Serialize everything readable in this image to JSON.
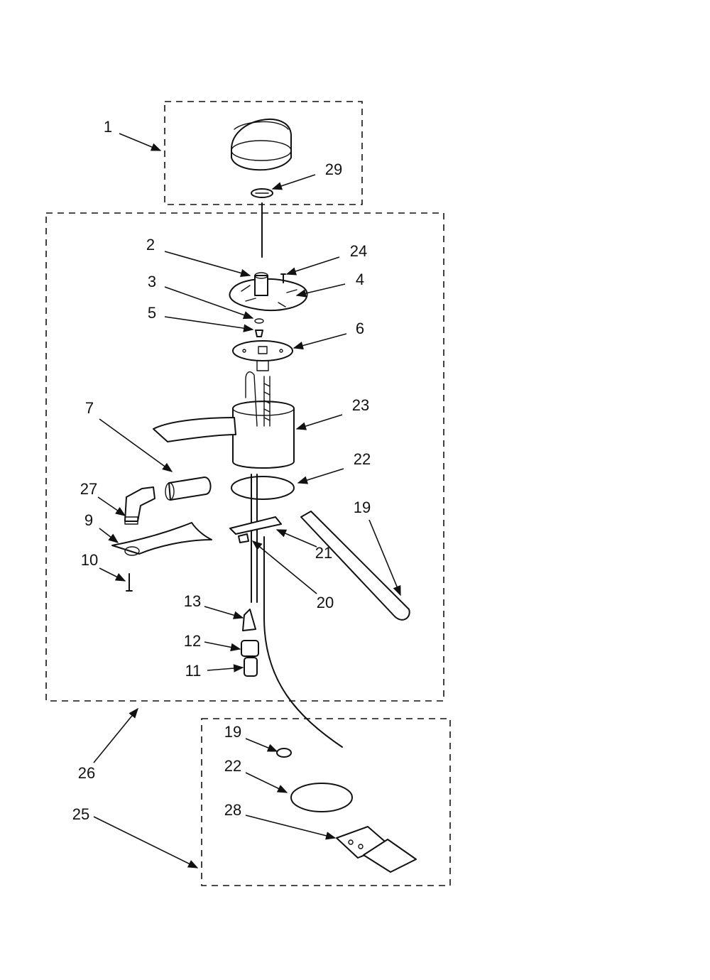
{
  "labels": {
    "l1": "1",
    "l2": "2",
    "l3": "3",
    "l4": "4",
    "l5": "5",
    "l6": "6",
    "l7": "7",
    "l9": "9",
    "l10": "10",
    "l11": "11",
    "l12": "12",
    "l13": "13",
    "l19a": "19",
    "l19b": "19",
    "l20": "20",
    "l21": "21",
    "l22a": "22",
    "l22b": "22",
    "l23": "23",
    "l24": "24",
    "l25": "25",
    "l26": "26",
    "l27": "27",
    "l28": "28",
    "l29": "29"
  },
  "colors": {
    "ink": "#111111",
    "paper": "#ffffff"
  }
}
